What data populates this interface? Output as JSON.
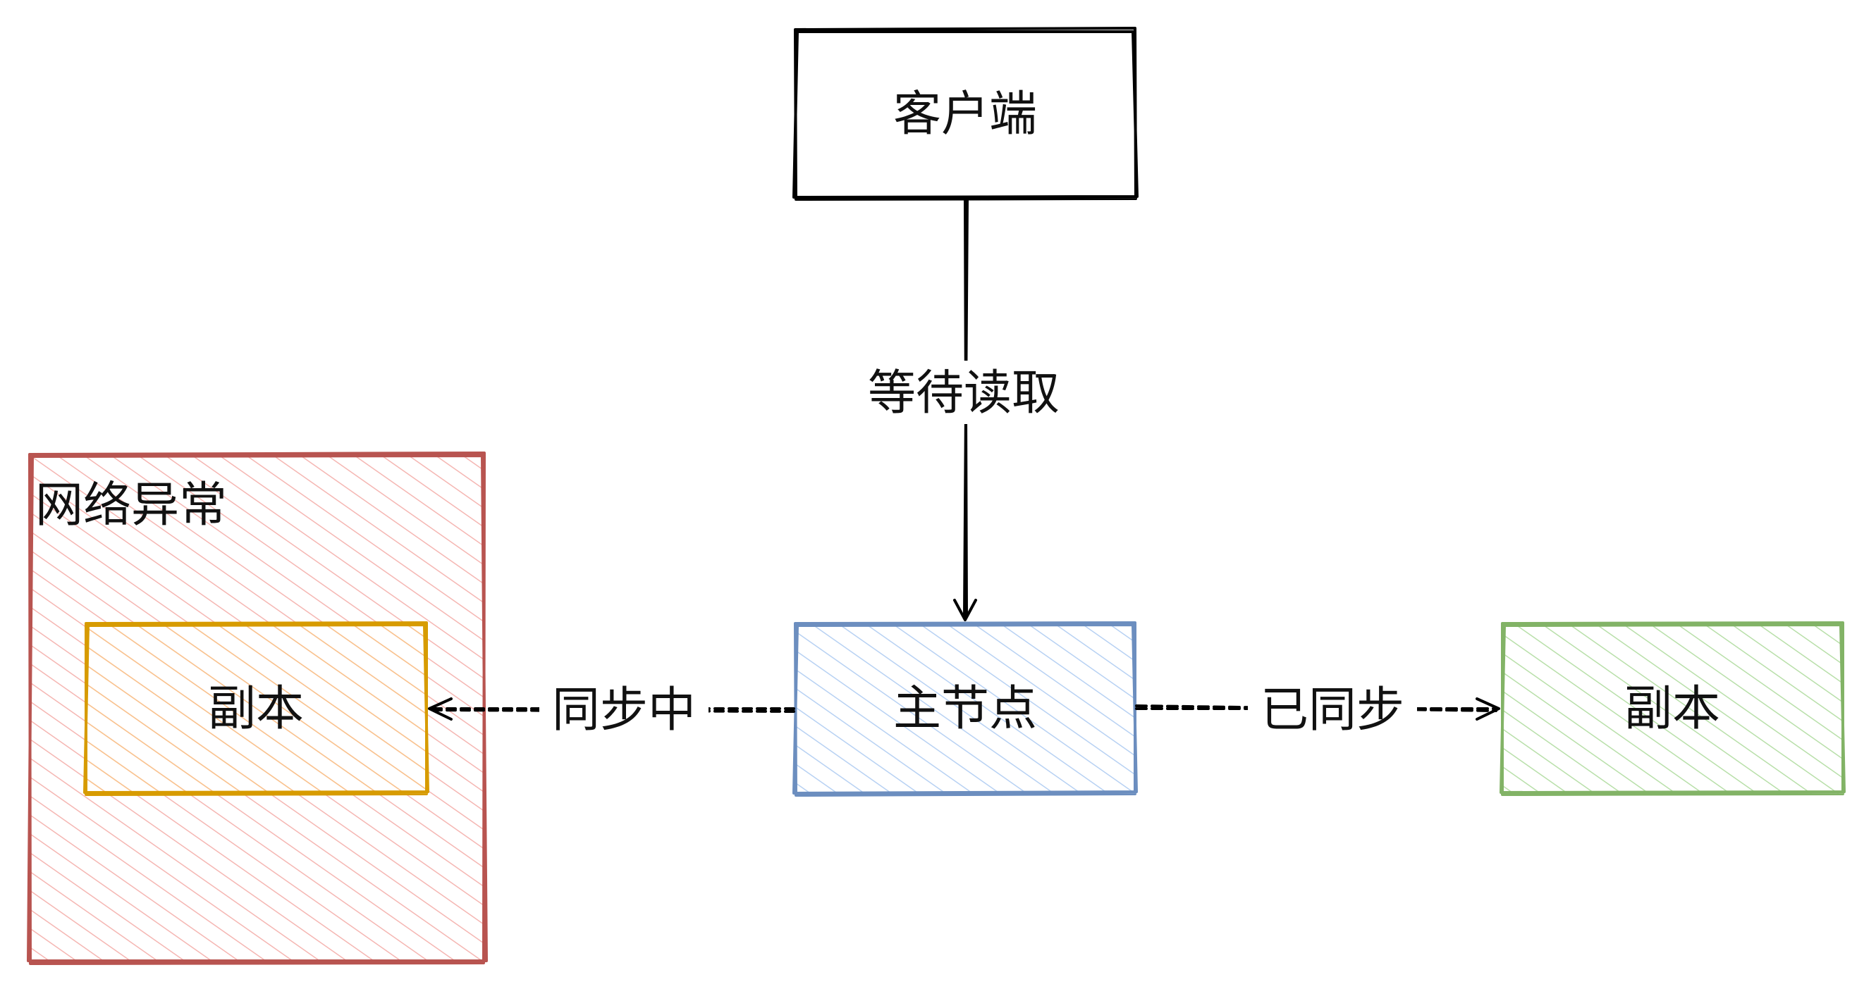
{
  "nodes": {
    "client": {
      "label": "客户端",
      "stroke": "#000000"
    },
    "primary": {
      "label": "主节点",
      "stroke": "#6c8ebf",
      "fill": "#dae8fc"
    },
    "replica_left": {
      "label": "副本",
      "stroke": "#d79b00",
      "fill": "#ffe6cc"
    },
    "replica_right": {
      "label": "副本",
      "stroke": "#82b366",
      "fill": "#d5e8d4"
    }
  },
  "group": {
    "network_fault": {
      "label": "网络异常",
      "stroke": "#b85450",
      "fill": "#f8cecc"
    }
  },
  "edges": {
    "read_wait": {
      "label": "等待读取",
      "style": "solid"
    },
    "syncing": {
      "label": "同步中",
      "style": "dashed"
    },
    "synced": {
      "label": "已同步",
      "style": "dashed"
    }
  }
}
